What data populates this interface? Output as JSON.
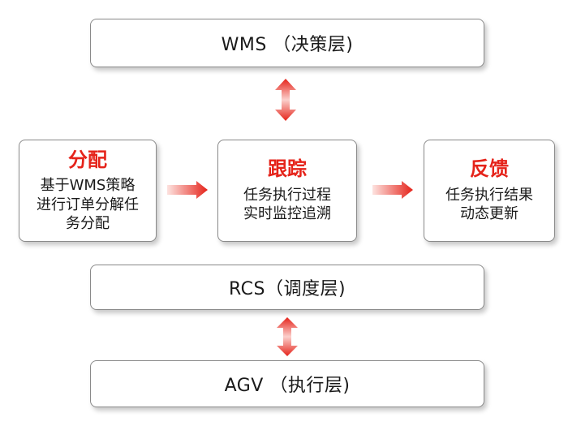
{
  "layers": {
    "wms": "WMS （决策层)",
    "rcs": "RCS（调度层)",
    "agv": "AGV （执行层)"
  },
  "stages": [
    {
      "title": "分配",
      "desc": [
        "基于WMS策略",
        "进行订单分解任",
        "务分配"
      ]
    },
    {
      "title": "跟踪",
      "desc": [
        "任务执行过程",
        "实时监控追溯"
      ]
    },
    {
      "title": "反馈",
      "desc": [
        "任务执行结果",
        "动态更新"
      ]
    }
  ],
  "colors": {
    "accent": "#e5231a",
    "arrow_light": "#fbd0cc",
    "border": "#8a8a8a"
  }
}
